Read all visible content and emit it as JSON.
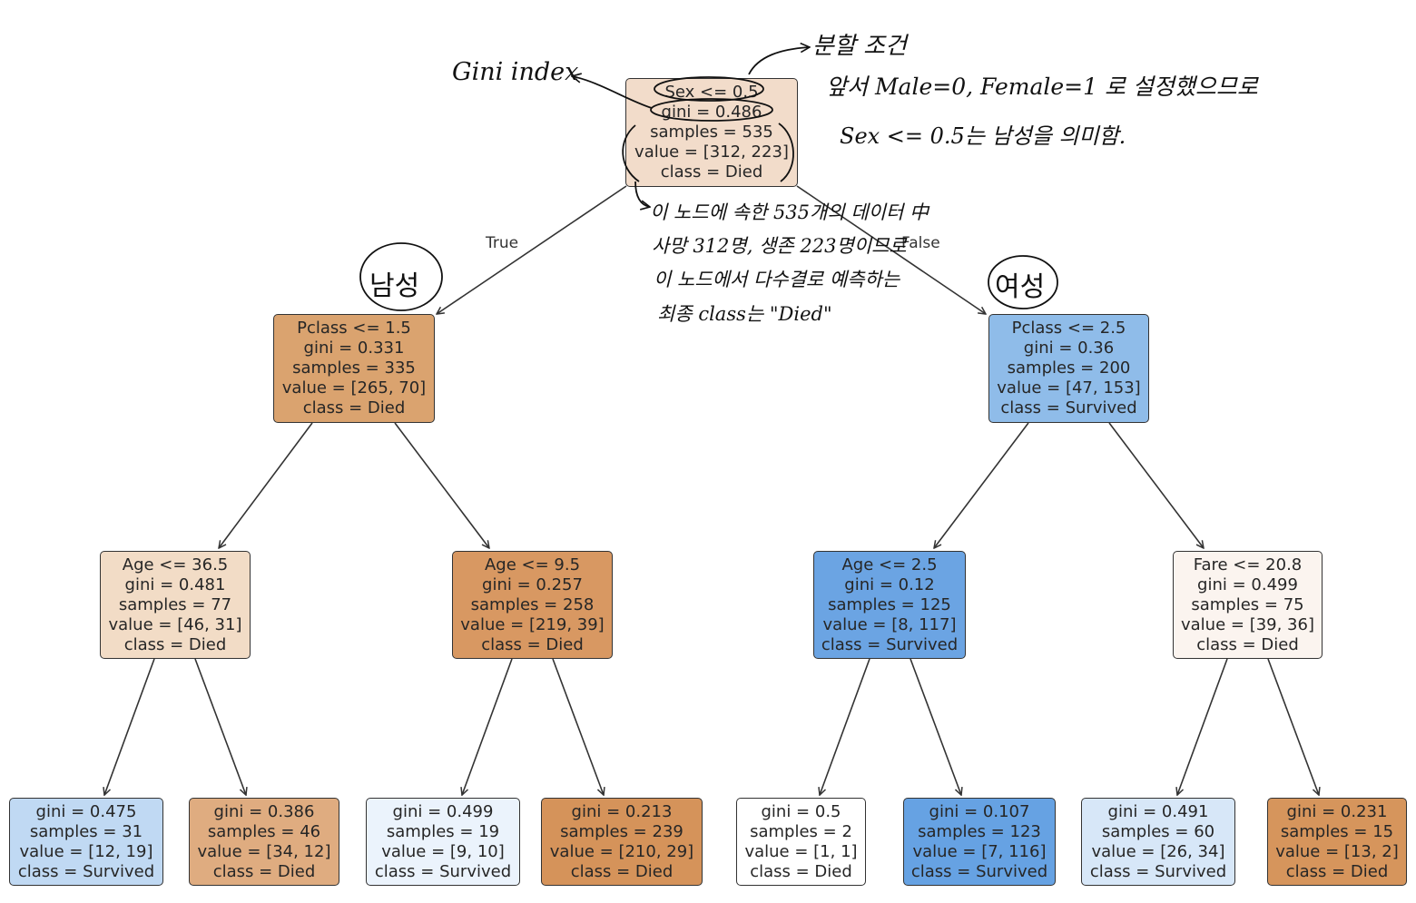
{
  "tree": {
    "edge_labels": {
      "true_label": "True",
      "false_label": "False"
    },
    "nodes": {
      "root": {
        "lines": [
          "Sex <= 0.5",
          "gini = 0.486",
          "samples = 535",
          "value = [312, 223]",
          "class = Died"
        ],
        "fill": "#f2dcca"
      },
      "l": {
        "lines": [
          "Pclass <= 1.5",
          "gini = 0.331",
          "samples = 335",
          "value = [265, 70]",
          "class = Died"
        ],
        "fill": "#daa36f"
      },
      "r": {
        "lines": [
          "Pclass <= 2.5",
          "gini = 0.36",
          "samples = 200",
          "value = [47, 153]",
          "class = Survived"
        ],
        "fill": "#8fbce9"
      },
      "ll": {
        "lines": [
          "Age <= 36.5",
          "gini = 0.481",
          "samples = 77",
          "value = [46, 31]",
          "class = Died"
        ],
        "fill": "#f2dcc6"
      },
      "lr": {
        "lines": [
          "Age <= 9.5",
          "gini = 0.257",
          "samples = 258",
          "value = [219, 39]",
          "class = Died"
        ],
        "fill": "#d89862"
      },
      "rl": {
        "lines": [
          "Age <= 2.5",
          "gini = 0.12",
          "samples = 125",
          "value = [8, 117]",
          "class = Survived"
        ],
        "fill": "#6ba4e3"
      },
      "rr": {
        "lines": [
          "Fare <= 20.8",
          "gini = 0.499",
          "samples = 75",
          "value = [39, 36]",
          "class = Died"
        ],
        "fill": "#fbf4ef"
      },
      "lll": {
        "lines": [
          "gini = 0.475",
          "samples = 31",
          "value = [12, 19]",
          "class = Survived"
        ],
        "fill": "#c0d9f3"
      },
      "llr": {
        "lines": [
          "gini = 0.386",
          "samples = 46",
          "value = [34, 12]",
          "class = Died"
        ],
        "fill": "#dfac80"
      },
      "lrl": {
        "lines": [
          "gini = 0.499",
          "samples = 19",
          "value = [9, 10]",
          "class = Survived"
        ],
        "fill": "#ebf3fc"
      },
      "lrr": {
        "lines": [
          "gini = 0.213",
          "samples = 239",
          "value = [210, 29]",
          "class = Died"
        ],
        "fill": "#d5935a"
      },
      "rll": {
        "lines": [
          "gini = 0.5",
          "samples = 2",
          "value = [1, 1]",
          "class = Died"
        ],
        "fill": "#ffffff"
      },
      "rlr": {
        "lines": [
          "gini = 0.107",
          "samples = 123",
          "value = [7, 116]",
          "class = Survived"
        ],
        "fill": "#66a2e3"
      },
      "rrl": {
        "lines": [
          "gini = 0.491",
          "samples = 60",
          "value = [26, 34]",
          "class = Survived"
        ],
        "fill": "#d7e7f8"
      },
      "rrr": {
        "lines": [
          "gini = 0.231",
          "samples = 15",
          "value = [13, 2]",
          "class = Died"
        ],
        "fill": "#d6955c"
      }
    }
  },
  "annotations": {
    "gini_index": "Gini index",
    "split_condition": "분할 조건",
    "encoding_note_1": "앞서 Male=0, Female=1 로 설정했으므로",
    "encoding_note_2": "Sex <= 0.5는 남성을 의미함.",
    "samples_note_1": "이 노드에 속한 535개의 데이터 中",
    "samples_note_2": "사망 312명, 생존 223명이므로",
    "samples_note_3": "이 노드에서 다수결로 예측하는",
    "samples_note_4": "최종 class는 \"Died\"",
    "male": "남성",
    "female": "여성"
  }
}
